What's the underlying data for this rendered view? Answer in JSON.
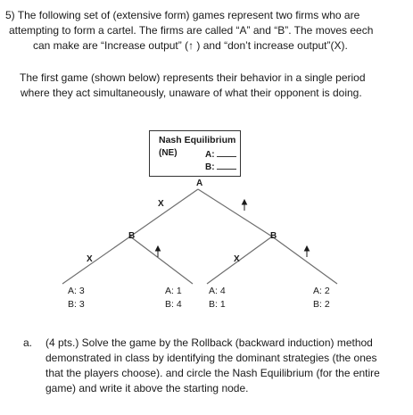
{
  "question": {
    "line1": "5)  The following set of (extensive form) games represent two firms who are",
    "line2": "attempting to form a cartel. The firms are called “A” and “B”.  The moves eech",
    "line3": "can make are “Increase output” (↑ ) and “don’t increase output”(X)."
  },
  "intro": {
    "line1": "The first game (shown below) represents their behavior in a single period",
    "line2": "where they act simultaneously, unaware of what their opponent is doing."
  },
  "ne_box": {
    "title": "Nash Equilibrium",
    "ne": "(NE)",
    "a": "A:",
    "b": "B:"
  },
  "tree": {
    "root": "A",
    "left_node": "B",
    "right_node": "B",
    "moves": {
      "root_left": "X",
      "root_right": "↑",
      "left_left": "X",
      "left_right": "↑",
      "right_left": "X",
      "right_right": "↑"
    },
    "payoffs": [
      {
        "a": "A: 3",
        "b": "B: 3"
      },
      {
        "a": "A: 1",
        "b": "B: 4"
      },
      {
        "a": "A: 4",
        "b": "B: 1"
      },
      {
        "a": "A: 2",
        "b": "B: 2"
      }
    ]
  },
  "part_a": {
    "letter": "a.",
    "line1": "(4 pts.) Solve the game by the Rollback (backward induction) method",
    "line2": "demonstrated in class by identifying the dominant strategies (the ones",
    "line3": "that the players choose).  and circle the Nash Equilibrium (for the entire",
    "line4": "game) and write it above the starting node."
  }
}
